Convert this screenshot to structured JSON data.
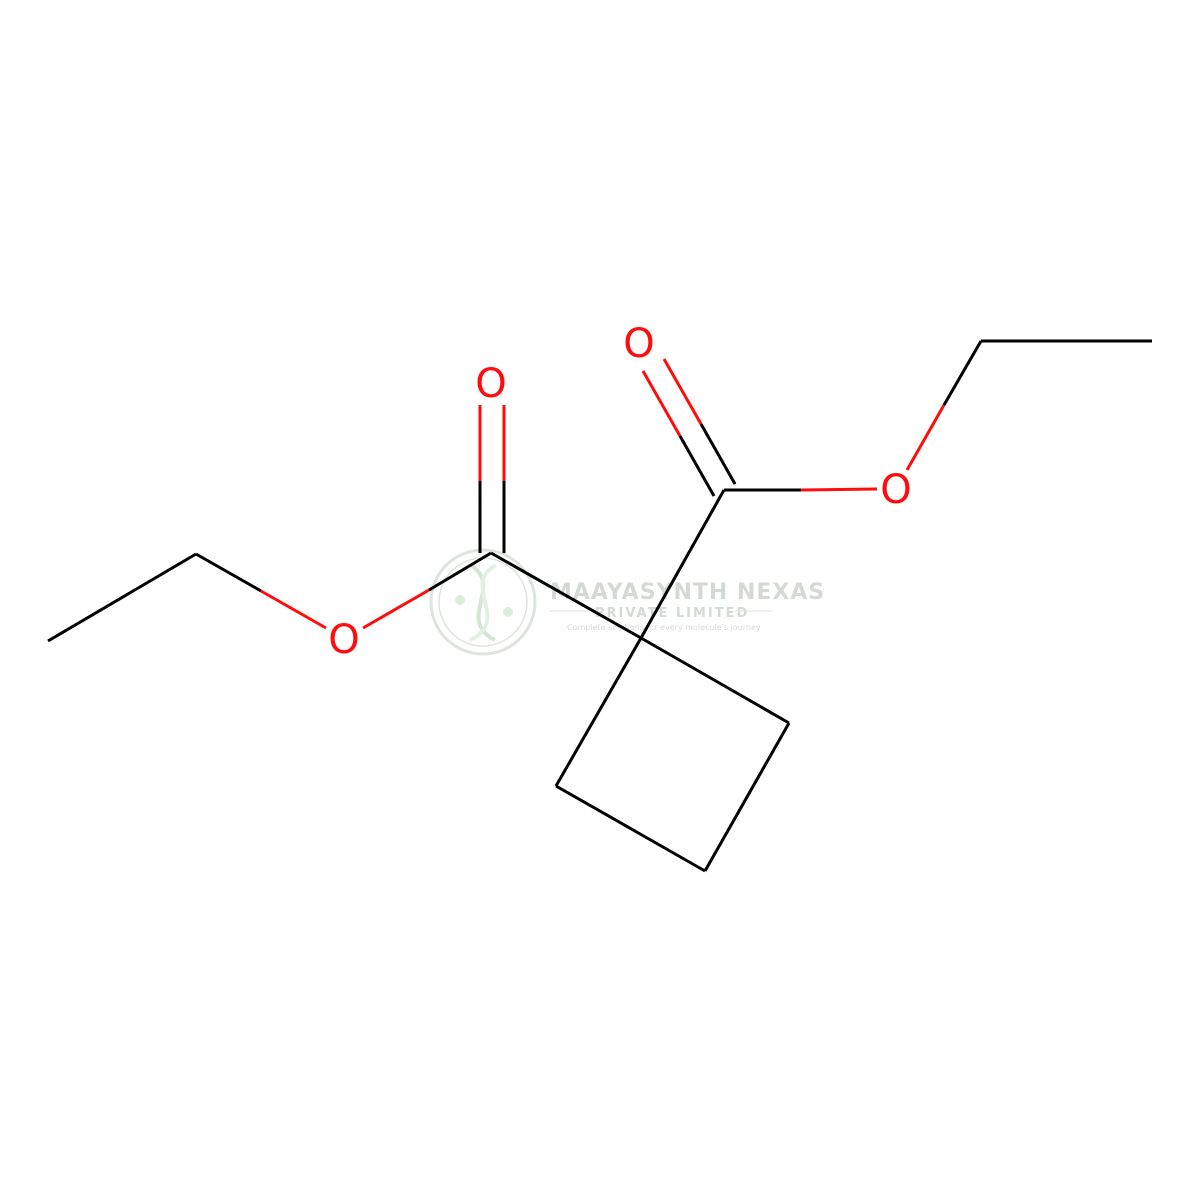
{
  "molecule": {
    "atom_labels": {
      "o_carbonyl_left": "O",
      "o_ester_left": "O",
      "o_carbonyl_right": "O",
      "o_ester_right": "O"
    }
  },
  "watermark": {
    "company": "MAAYASYNTH NEXAS",
    "company_sub": "PRIVATE LIMITED",
    "tagline": "Complete solutions for every molecule's journey",
    "accent": "#3a5a3a"
  },
  "colors": {
    "bond": "#000000",
    "oxygen": "#ff0d0d",
    "background": "#ffffff"
  }
}
